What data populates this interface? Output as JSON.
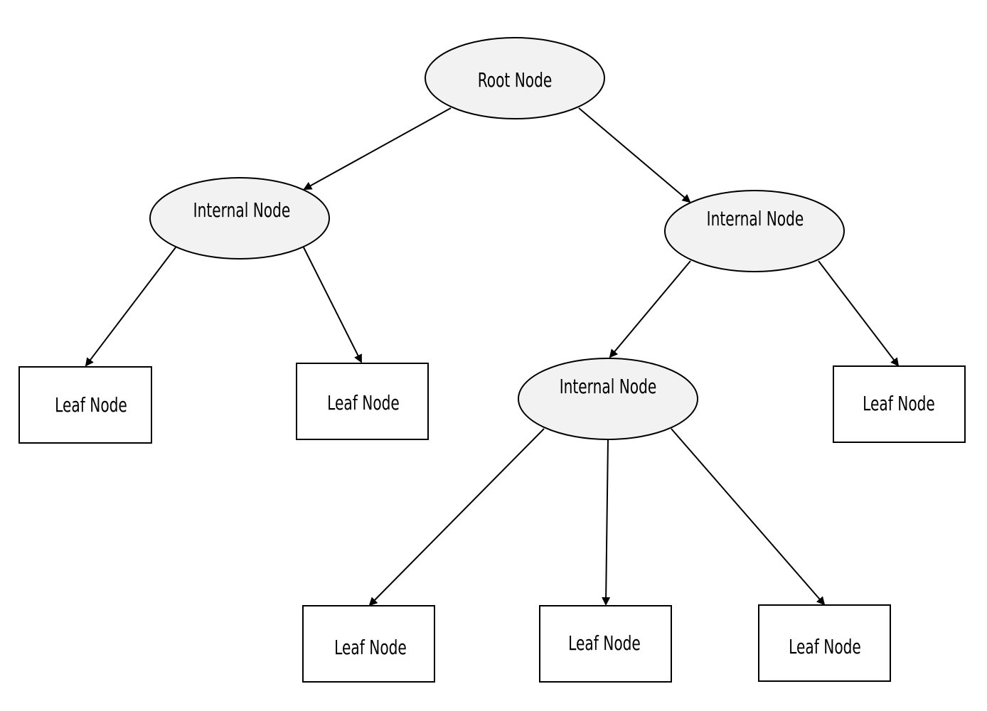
{
  "tree": {
    "nodes": [
      {
        "id": "root",
        "label": "Root Node",
        "shape": "ellipse"
      },
      {
        "id": "internal-left",
        "label": "Internal Node",
        "shape": "ellipse"
      },
      {
        "id": "internal-right",
        "label": "Internal Node",
        "shape": "ellipse"
      },
      {
        "id": "internal-middle",
        "label": "Internal Node",
        "shape": "ellipse"
      },
      {
        "id": "leaf-1",
        "label": "Leaf Node",
        "shape": "rectangle"
      },
      {
        "id": "leaf-2",
        "label": "Leaf Node",
        "shape": "rectangle"
      },
      {
        "id": "leaf-3",
        "label": "Leaf Node",
        "shape": "rectangle"
      },
      {
        "id": "leaf-4",
        "label": "Leaf Node",
        "shape": "rectangle"
      },
      {
        "id": "leaf-5",
        "label": "Leaf Node",
        "shape": "rectangle"
      },
      {
        "id": "leaf-6",
        "label": "Leaf Node",
        "shape": "rectangle"
      }
    ],
    "edges": [
      {
        "from": "root",
        "to": "internal-left"
      },
      {
        "from": "root",
        "to": "internal-right"
      },
      {
        "from": "internal-left",
        "to": "leaf-1"
      },
      {
        "from": "internal-left",
        "to": "leaf-2"
      },
      {
        "from": "internal-right",
        "to": "internal-middle"
      },
      {
        "from": "internal-right",
        "to": "leaf-3"
      },
      {
        "from": "internal-middle",
        "to": "leaf-4"
      },
      {
        "from": "internal-middle",
        "to": "leaf-5"
      },
      {
        "from": "internal-middle",
        "to": "leaf-6"
      }
    ]
  },
  "colors": {
    "ellipse_fill": "#f2f2f2",
    "rect_fill": "#ffffff",
    "stroke": "#000000"
  }
}
